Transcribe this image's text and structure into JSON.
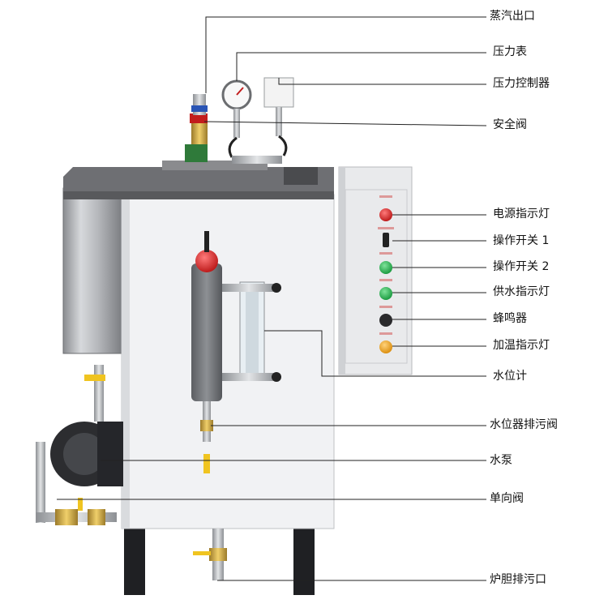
{
  "labels": {
    "steam_outlet": "蒸汽出口",
    "pressure_gauge": "压力表",
    "pressure_controller": "压力控制器",
    "safety_valve": "安全阀",
    "power_light": "电源指示灯",
    "switch_1": "操作开关 1",
    "switch_2": "操作开关 2",
    "water_supply_light": "供水指示灯",
    "buzzer": "蜂鸣器",
    "heating_light": "加温指示灯",
    "water_gauge": "水位计",
    "level_drain_valve": "水位器排污阀",
    "water_pump": "水泵",
    "check_valve": "单向阀",
    "furnace_drain": "炉胆排污口"
  },
  "colors": {
    "body": "#f1f2f4",
    "lid": "#6e6f73",
    "leader_line": "#222222",
    "red_light": "#d62020",
    "green_light": "#21b24a",
    "orange_light": "#f0a012"
  },
  "icons": [
    "steam-boiler-illustration"
  ]
}
